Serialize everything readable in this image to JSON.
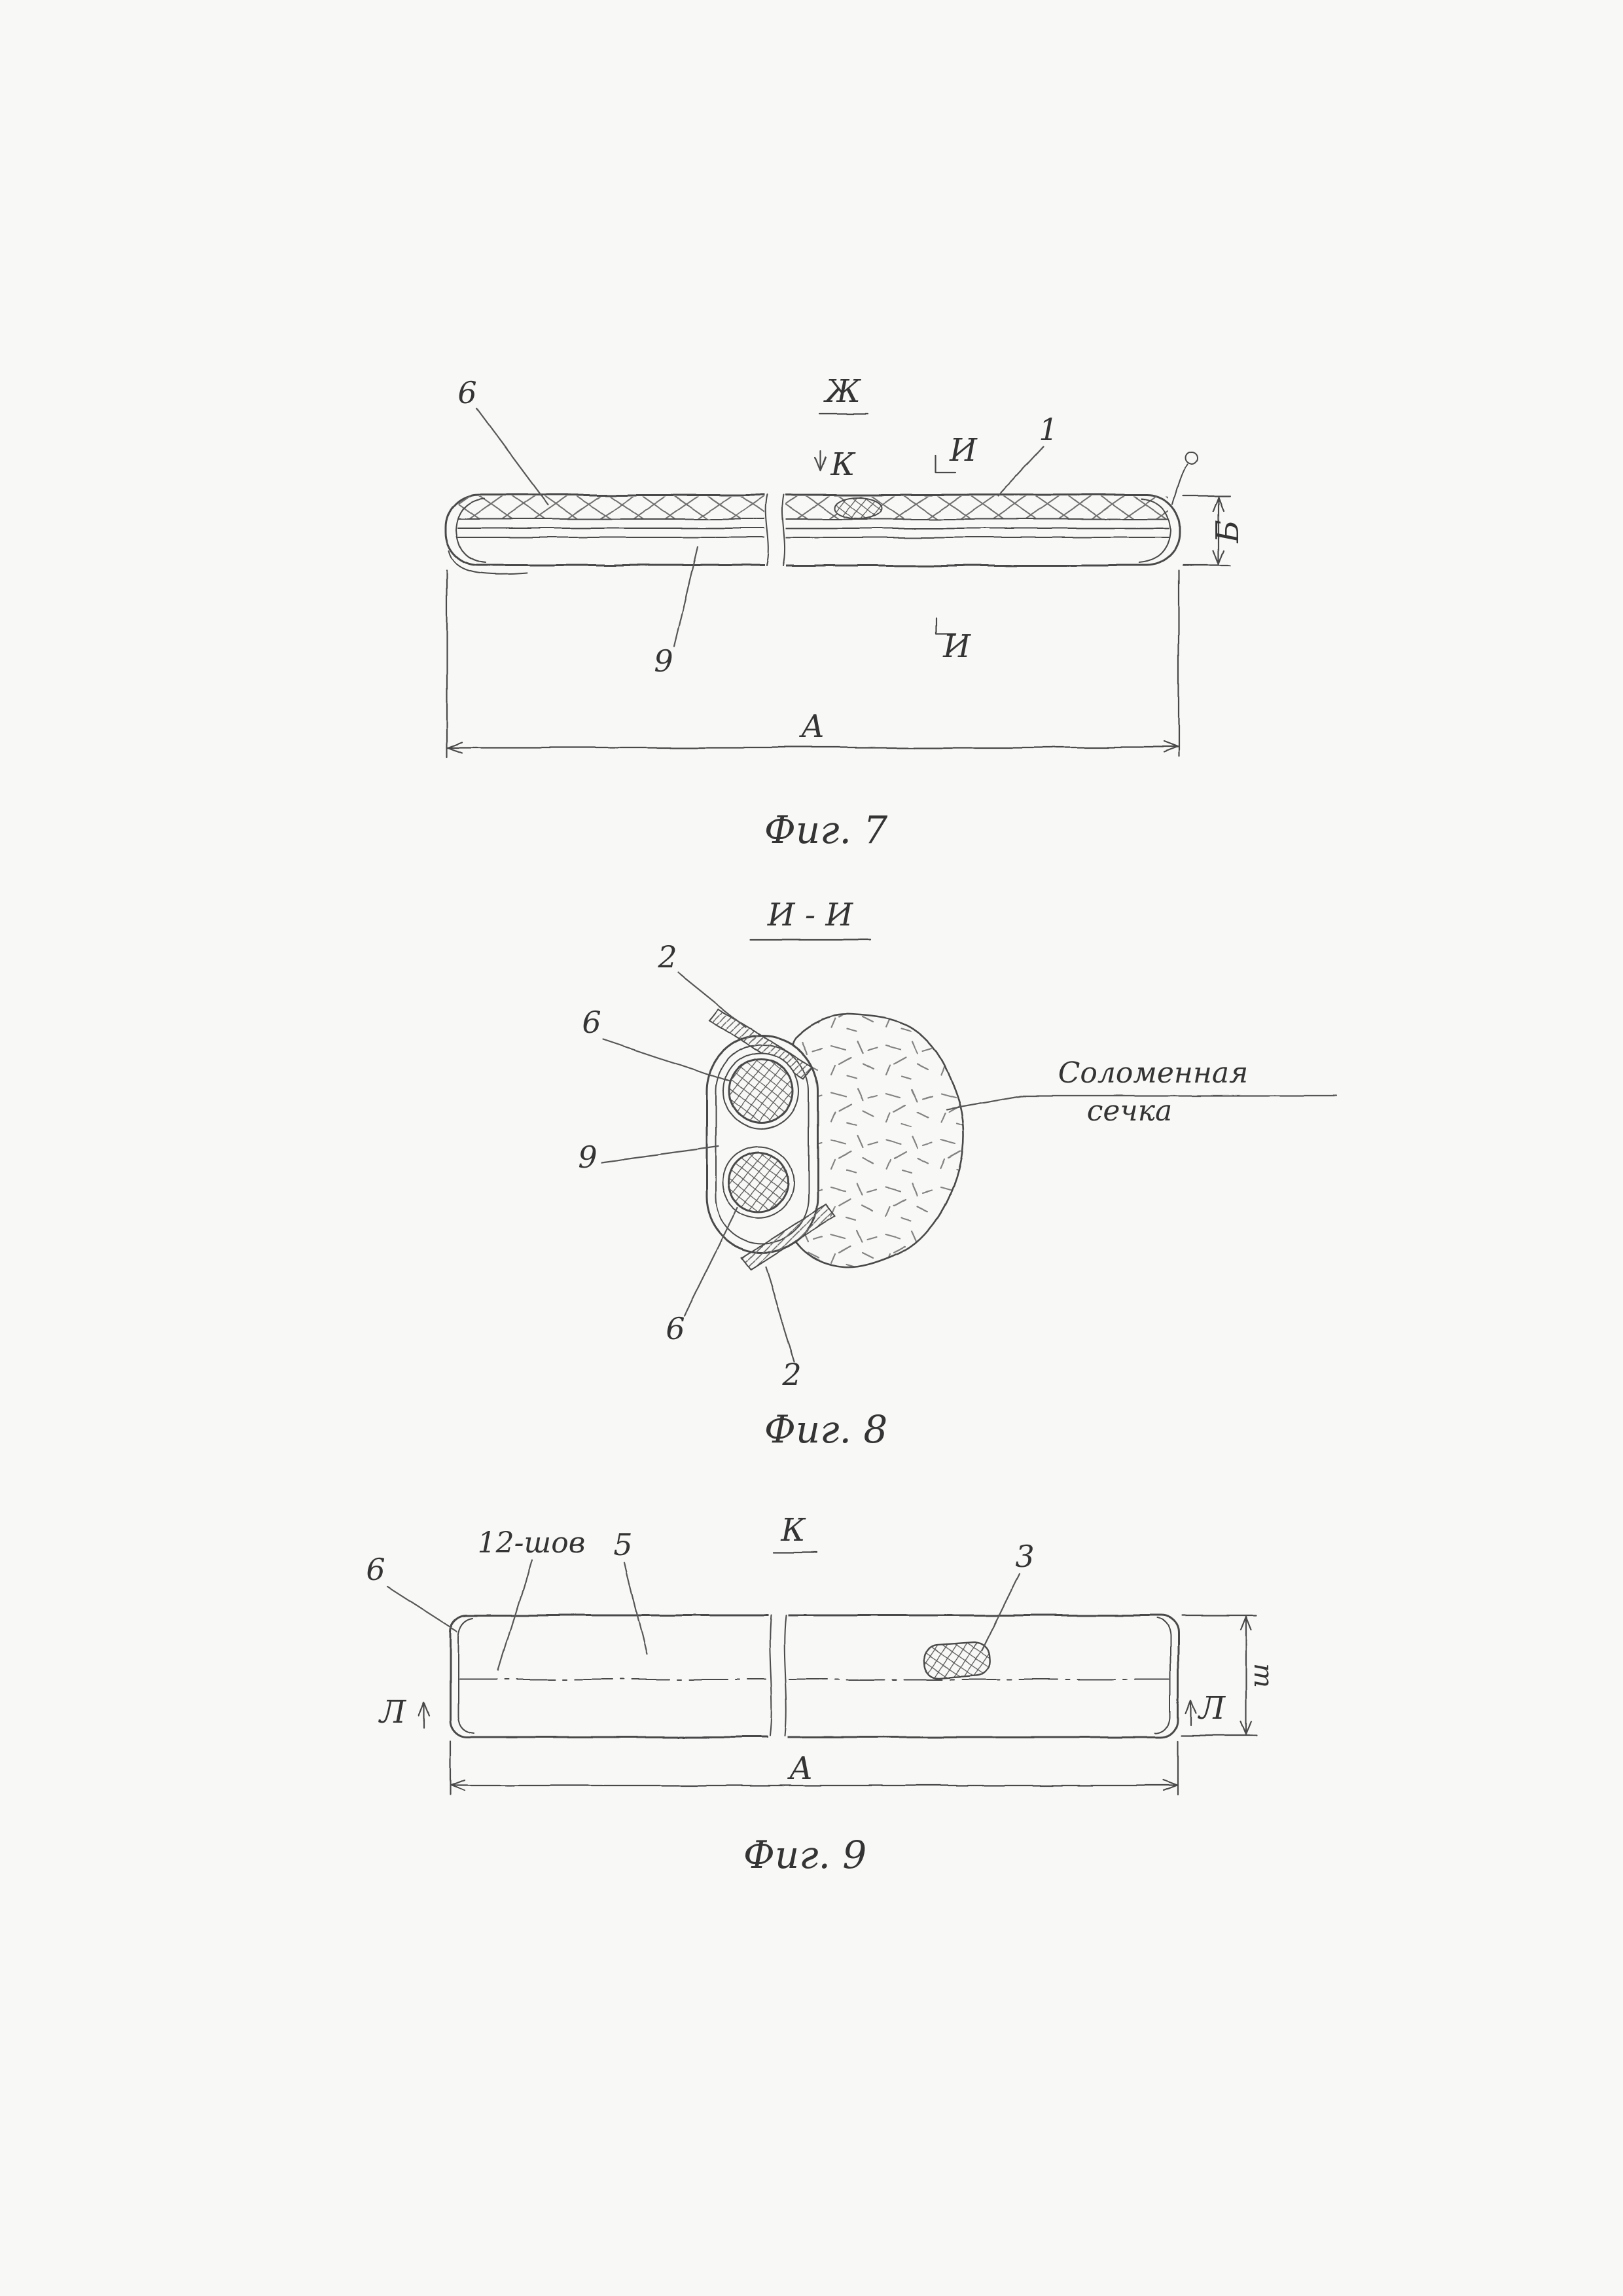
{
  "palette": {
    "paper": "#f8f8f6",
    "ink": "#4a4a4a",
    "pattern_ink": "#6f6f6f"
  },
  "fig7": {
    "view_label": "Ж",
    "part_6": "6",
    "arrow_k": "К",
    "section_i_top": "И",
    "part_1": "1",
    "part_9": "9",
    "section_i_bottom": "И",
    "dim_height": "Б",
    "dim_length": "А",
    "caption": "Фиг. 7"
  },
  "fig8": {
    "section_title": "И - И",
    "part_2_top": "2",
    "part_6_top": "6",
    "note_line1": "Соломенная",
    "note_line2": "сечка",
    "part_9": "9",
    "part_6_bottom": "6",
    "part_2_bottom": "2",
    "caption": "Фиг. 8"
  },
  "fig9": {
    "view_label": "К",
    "part_6": "6",
    "seam_label": "12-шов",
    "part_5": "5",
    "part_3": "3",
    "view_l_left": "Л",
    "view_l_right": "Л",
    "dim_height": "ш",
    "dim_length": "А",
    "caption": "Фиг. 9"
  }
}
